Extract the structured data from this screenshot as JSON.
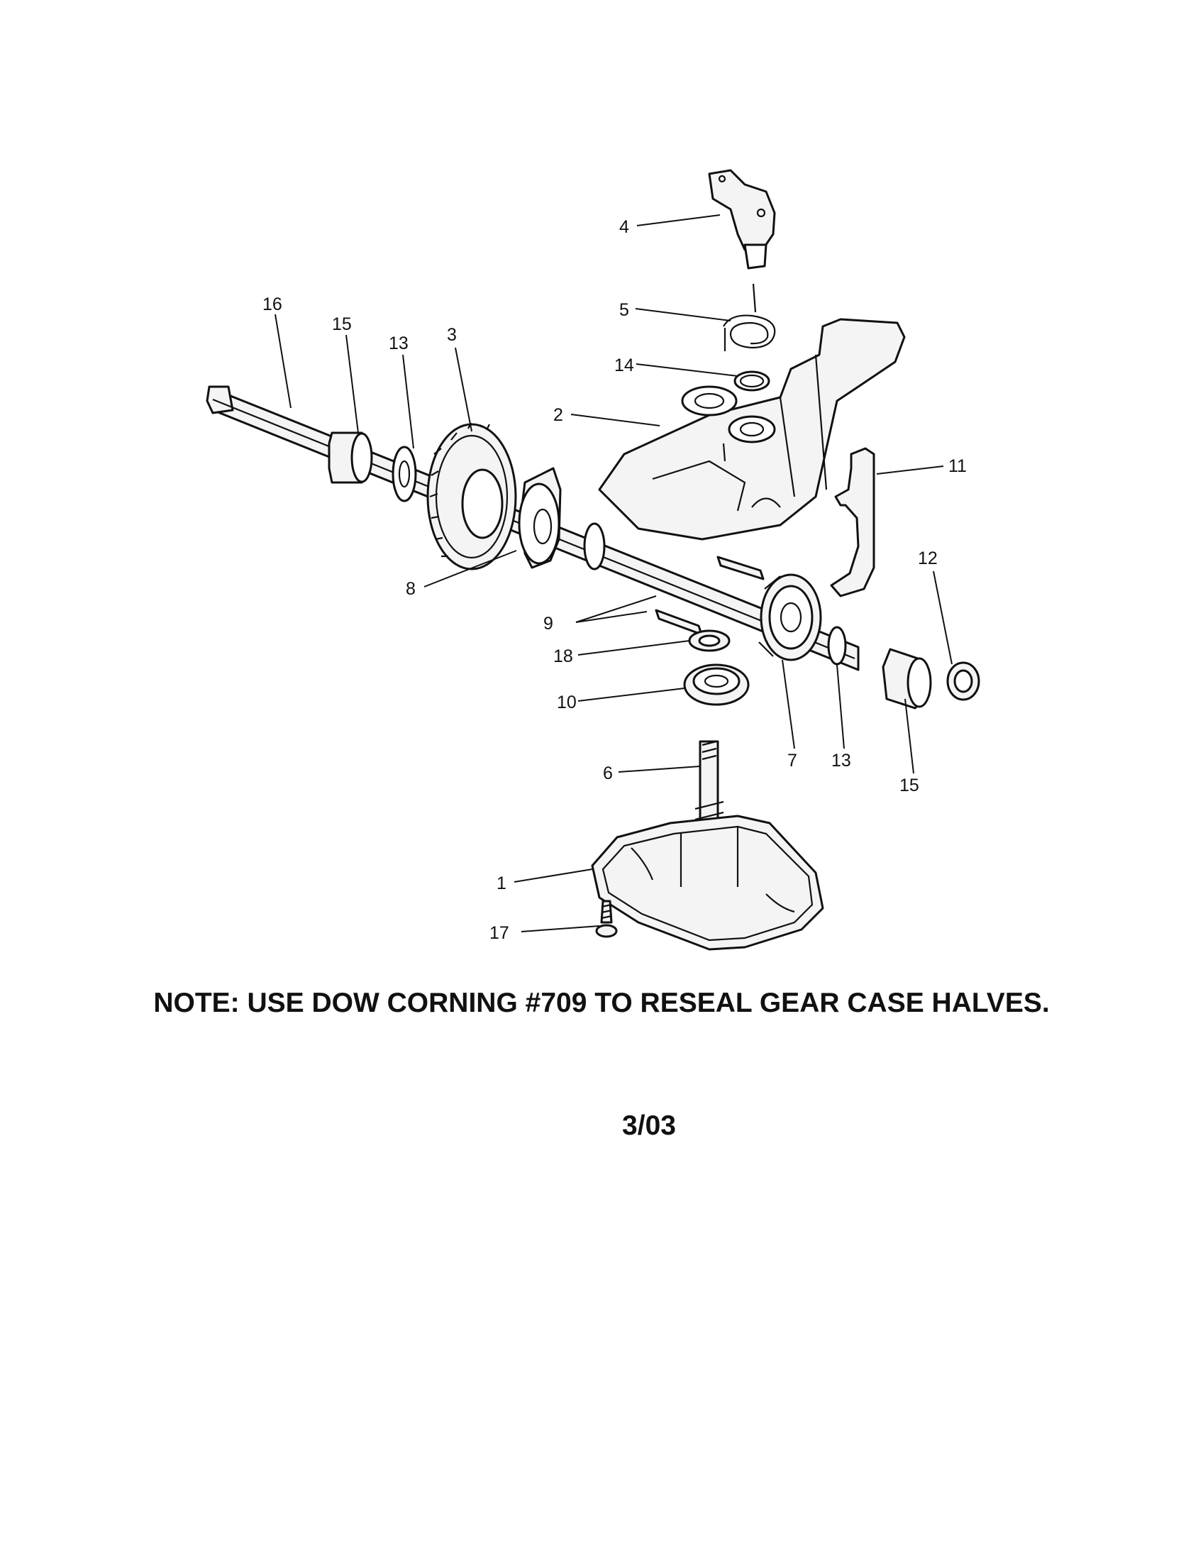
{
  "diagram": {
    "callouts": [
      "1",
      "2",
      "3",
      "4",
      "5",
      "6",
      "7",
      "8",
      "9",
      "10",
      "11",
      "12",
      "13",
      "13",
      "14",
      "15",
      "15",
      "16",
      "17",
      "18"
    ]
  },
  "note": "NOTE: USE DOW CORNING #709 TO RESEAL GEAR CASE HALVES.",
  "date_code": "3/03"
}
